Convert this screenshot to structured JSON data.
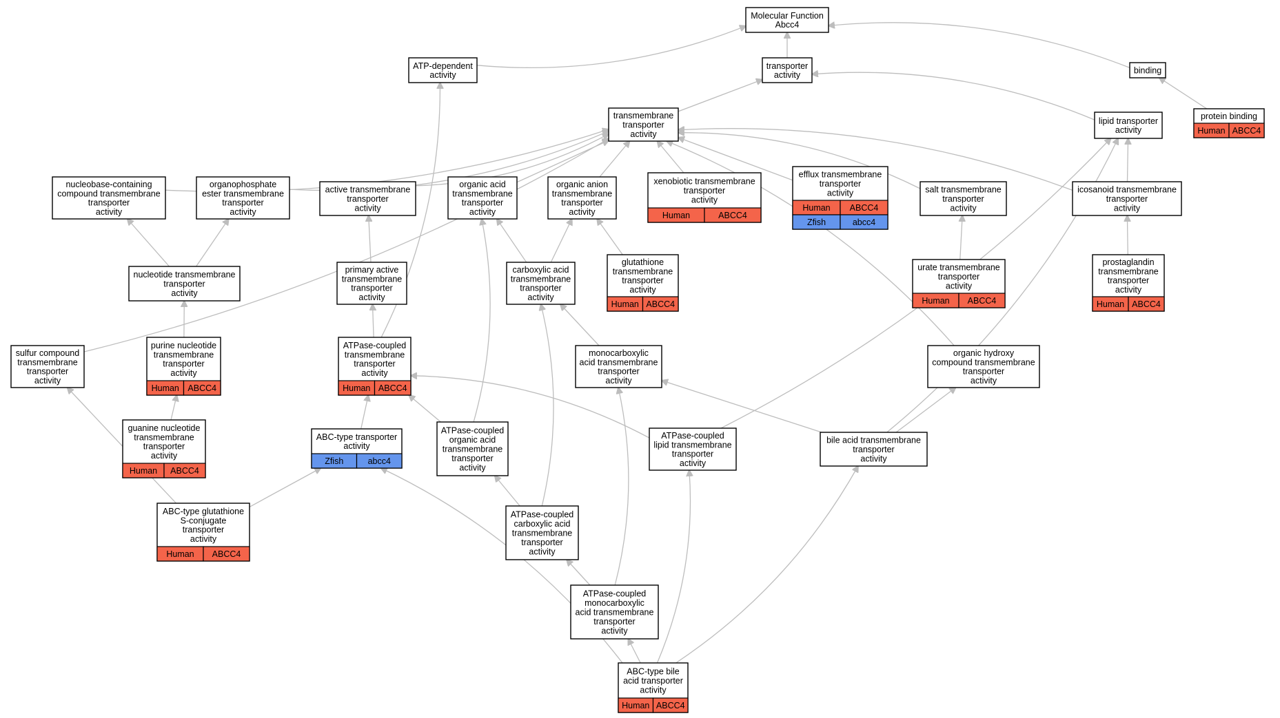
{
  "colors": {
    "human": "#f4644a",
    "zfish": "#6495ed",
    "edge": "#bdbdbd"
  },
  "nodes": [
    {
      "id": "mf",
      "lines": [
        "Molecular Function",
        "Abcc4"
      ]
    },
    {
      "id": "atpdep",
      "lines": [
        "ATP-dependent",
        "activity"
      ]
    },
    {
      "id": "transporter",
      "lines": [
        "transporter",
        "activity"
      ]
    },
    {
      "id": "binding",
      "lines": [
        "binding"
      ]
    },
    {
      "id": "protbind",
      "lines": [
        "protein binding"
      ],
      "ann": [
        [
          "Human",
          "ABCC4"
        ]
      ]
    },
    {
      "id": "tmt",
      "lines": [
        "transmembrane",
        "transporter",
        "activity"
      ]
    },
    {
      "id": "lipid",
      "lines": [
        "lipid transporter",
        "activity"
      ]
    },
    {
      "id": "nucleobase",
      "lines": [
        "nucleobase-containing",
        "compound transmembrane",
        "transporter",
        "activity"
      ]
    },
    {
      "id": "organophos",
      "lines": [
        "organophosphate",
        "ester transmembrane",
        "transporter",
        "activity"
      ]
    },
    {
      "id": "active",
      "lines": [
        "active transmembrane",
        "transporter",
        "activity"
      ]
    },
    {
      "id": "orgacid",
      "lines": [
        "organic acid",
        "transmembrane",
        "transporter",
        "activity"
      ]
    },
    {
      "id": "organion",
      "lines": [
        "organic anion",
        "transmembrane",
        "transporter",
        "activity"
      ]
    },
    {
      "id": "xeno",
      "lines": [
        "xenobiotic transmembrane",
        "transporter",
        "activity"
      ],
      "ann": [
        [
          "Human",
          "ABCC4"
        ]
      ]
    },
    {
      "id": "efflux",
      "lines": [
        "efflux transmembrane",
        "transporter",
        "activity"
      ],
      "ann": [
        [
          "Human",
          "ABCC4"
        ],
        [
          "Zfish",
          "abcc4"
        ]
      ]
    },
    {
      "id": "salt",
      "lines": [
        "salt transmembrane",
        "transporter",
        "activity"
      ]
    },
    {
      "id": "icosanoid",
      "lines": [
        "icosanoid transmembrane",
        "transporter",
        "activity"
      ]
    },
    {
      "id": "nucleotide",
      "lines": [
        "nucleotide transmembrane",
        "transporter",
        "activity"
      ]
    },
    {
      "id": "primary",
      "lines": [
        "primary active",
        "transmembrane",
        "transporter",
        "activity"
      ]
    },
    {
      "id": "carboxylic",
      "lines": [
        "carboxylic acid",
        "transmembrane",
        "transporter",
        "activity"
      ]
    },
    {
      "id": "glutathione",
      "lines": [
        "glutathione",
        "transmembrane",
        "transporter",
        "activity"
      ],
      "ann": [
        [
          "Human",
          "ABCC4"
        ]
      ]
    },
    {
      "id": "urate",
      "lines": [
        "urate transmembrane",
        "transporter",
        "activity"
      ],
      "ann": [
        [
          "Human",
          "ABCC4"
        ]
      ]
    },
    {
      "id": "prosta",
      "lines": [
        "prostaglandin",
        "transmembrane",
        "transporter",
        "activity"
      ],
      "ann": [
        [
          "Human",
          "ABCC4"
        ]
      ]
    },
    {
      "id": "sulfur",
      "lines": [
        "sulfur compound",
        "transmembrane",
        "transporter",
        "activity"
      ]
    },
    {
      "id": "purine",
      "lines": [
        "purine nucleotide",
        "transmembrane",
        "transporter",
        "activity"
      ],
      "ann": [
        [
          "Human",
          "ABCC4"
        ]
      ]
    },
    {
      "id": "atpcoupled",
      "lines": [
        "ATPase-coupled",
        "transmembrane",
        "transporter",
        "activity"
      ],
      "ann": [
        [
          "Human",
          "ABCC4"
        ]
      ]
    },
    {
      "id": "monocarb",
      "lines": [
        "monocarboxylic",
        "acid transmembrane",
        "transporter",
        "activity"
      ]
    },
    {
      "id": "orghydroxy",
      "lines": [
        "organic hydroxy",
        "compound transmembrane",
        "transporter",
        "activity"
      ]
    },
    {
      "id": "guanine",
      "lines": [
        "guanine nucleotide",
        "transmembrane",
        "transporter",
        "activity"
      ],
      "ann": [
        [
          "Human",
          "ABCC4"
        ]
      ]
    },
    {
      "id": "abctype",
      "lines": [
        "ABC-type transporter",
        "activity"
      ],
      "ann": [
        [
          "Zfish",
          "abcc4"
        ]
      ]
    },
    {
      "id": "atpcorgacid",
      "lines": [
        "ATPase-coupled",
        "organic acid",
        "transmembrane",
        "transporter",
        "activity"
      ]
    },
    {
      "id": "atpclipid",
      "lines": [
        "ATPase-coupled",
        "lipid transmembrane",
        "transporter",
        "activity"
      ]
    },
    {
      "id": "bileacid",
      "lines": [
        "bile acid transmembrane",
        "transporter",
        "activity"
      ]
    },
    {
      "id": "abcglut",
      "lines": [
        "ABC-type glutathione",
        "S-conjugate",
        "transporter",
        "activity"
      ],
      "ann": [
        [
          "Human",
          "ABCC4"
        ]
      ]
    },
    {
      "id": "atpccarb",
      "lines": [
        "ATPase-coupled",
        "carboxylic acid",
        "transmembrane",
        "transporter",
        "activity"
      ]
    },
    {
      "id": "atpcmono",
      "lines": [
        "ATPase-coupled",
        "monocarboxylic",
        "acid transmembrane",
        "transporter",
        "activity"
      ]
    },
    {
      "id": "abcbile",
      "lines": [
        "ABC-type bile",
        "acid transporter",
        "activity"
      ],
      "ann": [
        [
          "Human",
          "ABCC4"
        ]
      ]
    }
  ],
  "edges": [
    [
      "atpdep",
      "mf"
    ],
    [
      "transporter",
      "mf"
    ],
    [
      "binding",
      "mf"
    ],
    [
      "protbind",
      "binding"
    ],
    [
      "tmt",
      "transporter"
    ],
    [
      "lipid",
      "transporter"
    ],
    [
      "nucleobase",
      "tmt"
    ],
    [
      "organophos",
      "tmt"
    ],
    [
      "active",
      "tmt"
    ],
    [
      "orgacid",
      "tmt"
    ],
    [
      "organion",
      "tmt"
    ],
    [
      "xeno",
      "tmt"
    ],
    [
      "efflux",
      "tmt"
    ],
    [
      "salt",
      "tmt"
    ],
    [
      "icosanoid",
      "tmt"
    ],
    [
      "sulfur",
      "tmt"
    ],
    [
      "orghydroxy",
      "tmt"
    ],
    [
      "atpcoupled",
      "atpdep"
    ],
    [
      "icosanoid",
      "lipid"
    ],
    [
      "nucleotide",
      "nucleobase"
    ],
    [
      "nucleotide",
      "organophos"
    ],
    [
      "primary",
      "active"
    ],
    [
      "carboxylic",
      "orgacid"
    ],
    [
      "carboxylic",
      "organion"
    ],
    [
      "glutathione",
      "organion"
    ],
    [
      "urate",
      "salt"
    ],
    [
      "prosta",
      "icosanoid"
    ],
    [
      "purine",
      "nucleotide"
    ],
    [
      "atpcoupled",
      "primary"
    ],
    [
      "guanine",
      "purine"
    ],
    [
      "monocarb",
      "carboxylic"
    ],
    [
      "abctype",
      "atpcoupled"
    ],
    [
      "atpcorgacid",
      "atpcoupled"
    ],
    [
      "atpcorgacid",
      "orgacid"
    ],
    [
      "atpclipid",
      "atpcoupled"
    ],
    [
      "atpclipid",
      "lipid"
    ],
    [
      "bileacid",
      "monocarb"
    ],
    [
      "bileacid",
      "orghydroxy"
    ],
    [
      "bileacid",
      "lipid"
    ],
    [
      "abcglut",
      "sulfur"
    ],
    [
      "abcglut",
      "abctype"
    ],
    [
      "atpccarb",
      "atpcorgacid"
    ],
    [
      "atpccarb",
      "carboxylic"
    ],
    [
      "atpcmono",
      "atpccarb"
    ],
    [
      "atpcmono",
      "monocarb"
    ],
    [
      "abcbile",
      "atpcmono"
    ],
    [
      "abcbile",
      "abctype"
    ],
    [
      "abcbile",
      "atpclipid"
    ],
    [
      "abcbile",
      "bileacid"
    ]
  ]
}
